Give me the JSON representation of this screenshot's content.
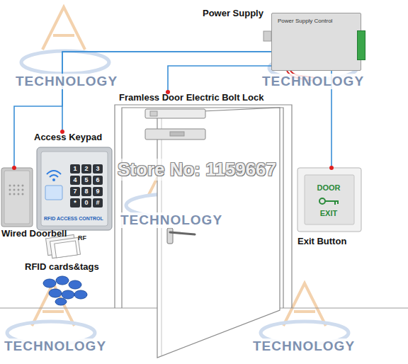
{
  "diagram": {
    "nodes": [
      {
        "text": [
          "Power Supply",
          "Power Supply Control"
        ]
      },
      {
        "text": [
          "Framless Door Electric Bolt Lock"
        ]
      },
      {
        "text": [
          "Access Keypad",
          "RFID ACCESS CONTROL"
        ]
      },
      {
        "text": [
          "Wired Doorbell"
        ]
      },
      {
        "text": [
          "DOOR",
          "EXIT",
          "Exit Button"
        ]
      }
    ],
    "edges": [
      {
        "from": 0,
        "to": 1,
        "arrow": "none"
      },
      {
        "from": 0,
        "to": 2,
        "arrow": "none"
      },
      {
        "from": 0,
        "to": 3,
        "arrow": "none"
      },
      {
        "from": 0,
        "to": 4,
        "arrow": "none"
      }
    ],
    "labels": [
      "1",
      "2",
      "3",
      "4",
      "5",
      "6",
      "7",
      "8",
      "9",
      "*",
      "0",
      "#",
      "RF",
      "RFID cards&tags",
      "TECHNOLOGY",
      "TECHNOLOGY",
      "Store No: 1159667",
      "TECHNOLOGY",
      "TECHNOLOGY",
      "TECHNOLOGY"
    ]
  }
}
